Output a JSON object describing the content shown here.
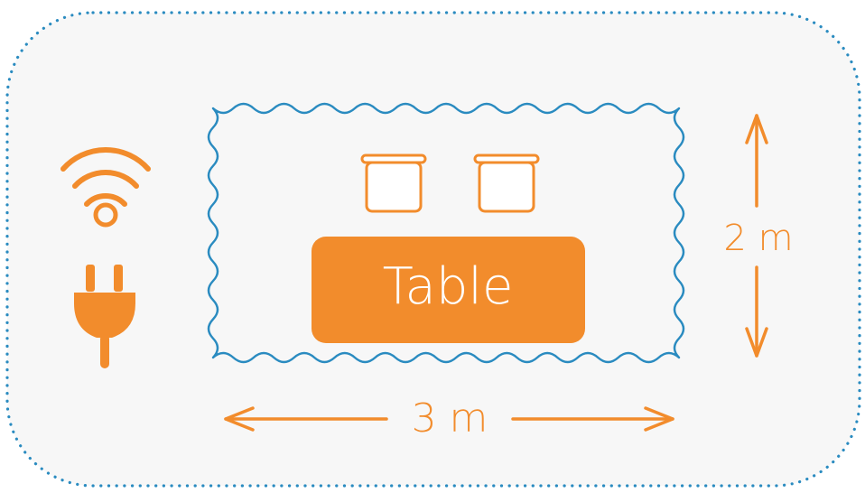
{
  "colors": {
    "background": "#f7f7f7",
    "outline_dots": "#2a8bc0",
    "wavy_border": "#2a8bc0",
    "accent": "#f28c2c",
    "table_fill": "#f28c2c",
    "table_text": "#ffffff",
    "chair_fill": "#ffffff"
  },
  "icons": {
    "wifi": "wifi-icon",
    "power": "power-plug-icon"
  },
  "table": {
    "label": "Table"
  },
  "dimensions": {
    "width_label": "3 m",
    "height_label": "2 m"
  },
  "chairs_count": 2
}
